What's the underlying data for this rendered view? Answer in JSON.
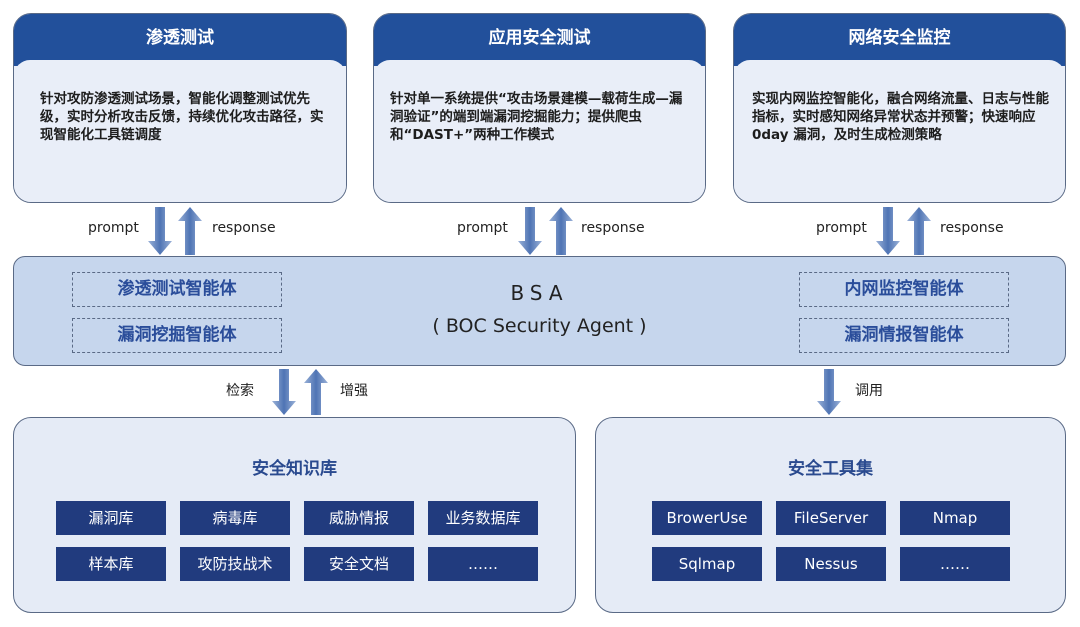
{
  "top_cards": [
    {
      "title": "渗透测试",
      "desc": "针对攻防渗透测试场景，智能化调整测试优先级，实时分析攻击反馈，持续优化攻击路径，实现智能化工具链调度"
    },
    {
      "title": "应用安全测试",
      "desc": "针对单一系统提供“攻击场景建模—载荷生成—漏洞验证”的端到端漏洞挖掘能力；提供爬虫和“DAST+”两种工作模式"
    },
    {
      "title": "网络安全监控",
      "desc": "实现内网监控智能化，融合网络流量、日志与性能指标，实时感知网络异常状态并预警；快速响应 0day 漏洞，及时生成检测策略"
    }
  ],
  "arrow_labels": {
    "prompt": "prompt",
    "response": "response",
    "retrieve": "检索",
    "enhance": "增强",
    "invoke": "调用"
  },
  "bsa": {
    "title": "BSA",
    "subtitle": "( BOC Security Agent )",
    "left_agents": [
      "渗透测试智能体",
      "漏洞挖掘智能体"
    ],
    "right_agents": [
      "内网监控智能体",
      "漏洞情报智能体"
    ]
  },
  "knowledge_base": {
    "title": "安全知识库",
    "items": [
      "漏洞库",
      "病毒库",
      "威胁情报",
      "业务数据库",
      "样本库",
      "攻防技战术",
      "安全文档",
      "……"
    ]
  },
  "toolset": {
    "title": "安全工具集",
    "items": [
      "BrowerUse",
      "FileServer",
      "Nmap",
      "Sqlmap",
      "Nessus",
      "……"
    ]
  },
  "colors": {
    "header": "#22509b",
    "chip": "#213b7e",
    "bsa_bg": "#c6d6ed",
    "card_bg": "#e9eef8"
  }
}
